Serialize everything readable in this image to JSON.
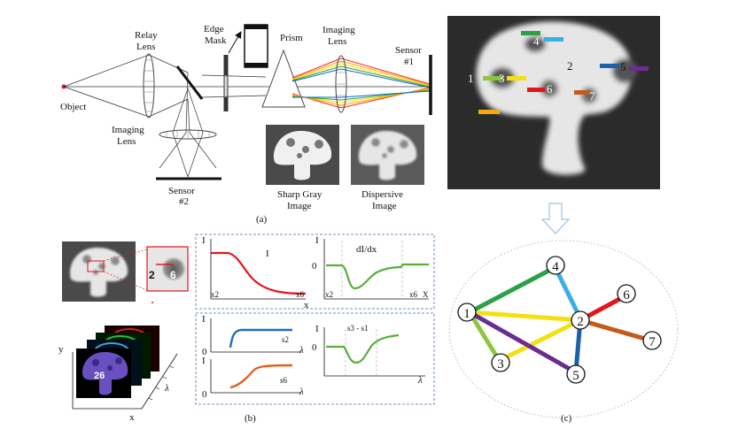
{
  "panel_a": {
    "caption": "(a)",
    "object_label": "Object",
    "relay_lens_label": [
      "Relay",
      "Lens"
    ],
    "edge_mask_label": [
      "Edge",
      "Mask"
    ],
    "prism_label": "Prism",
    "imaging_lens_top_label": [
      "Imaging",
      "Lens"
    ],
    "sensor1_label": [
      "Sensor",
      "#1"
    ],
    "imaging_lens_bottom_label": [
      "Imaging",
      "Lens"
    ],
    "sensor2_label": [
      "Sensor",
      "#2"
    ],
    "sharp_image_label": [
      "Sharp Gray",
      "Image"
    ],
    "dispersive_image_label": [
      "Dispersive",
      "Image"
    ],
    "mushroom_labels": [
      "1",
      "2",
      "3",
      "4",
      "5",
      "6",
      "7"
    ]
  },
  "panel_b": {
    "caption": "(b)",
    "inset_labels": [
      "2",
      "6"
    ],
    "stack_numbers": "26",
    "axis_y": "y",
    "axis_x": "x",
    "axis_lambda": "λ",
    "plot_I": {
      "ylabel": "I",
      "curve_label": "I",
      "x_start": "x2",
      "x_end": "x6",
      "xlabel": "x"
    },
    "plot_dIdx": {
      "ylabel": "I",
      "curve_label": "dI/dx",
      "zero": "0",
      "x_start": "x2",
      "x_end": "x6",
      "xlabel": "X"
    },
    "plot_s2": {
      "ylabel": "I",
      "zero": "0",
      "curve_label": "s2",
      "xlabel": "λ"
    },
    "plot_s6": {
      "ylabel": "I",
      "zero": "0",
      "curve_label": "s6",
      "xlabel": "λ"
    },
    "plot_diff": {
      "ylabel": "I",
      "zero": "0",
      "curve_label": "s3 - s1",
      "xlabel": "λ"
    }
  },
  "panel_c": {
    "caption": "(c)",
    "nodes": [
      "1",
      "2",
      "3",
      "4",
      "5",
      "6",
      "7"
    ]
  },
  "colors": {
    "green": "#2aa148",
    "lightgreen": "#8cc63f",
    "yellow": "#f4e012",
    "skyblue": "#3ab0e2",
    "navy": "#1f5fa8",
    "purple": "#6a2c91",
    "red": "#e3161b",
    "brown": "#c45a1b",
    "orange": "#f3a712"
  }
}
